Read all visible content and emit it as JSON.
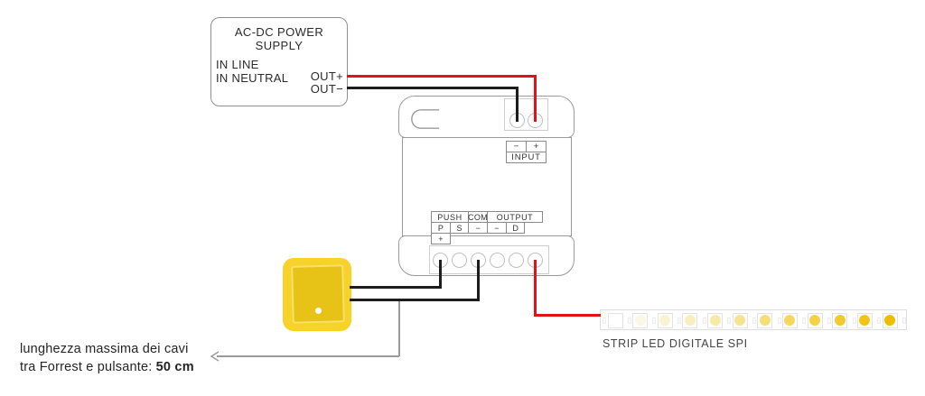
{
  "power_supply": {
    "title_line1": "AC-DC POWER",
    "title_line2": "SUPPLY",
    "in_line": "IN LINE",
    "in_neutral": "IN NEUTRAL",
    "out_plus": "OUT+",
    "out_minus": "OUT−"
  },
  "controller": {
    "input_block": {
      "minus": "−",
      "plus": "+",
      "label": "INPUT"
    },
    "output_block": {
      "groups": [
        "PUSH",
        "COM",
        "OUTPUT"
      ],
      "pins": [
        "P",
        "S",
        "−",
        "−",
        "D",
        "+"
      ]
    }
  },
  "strip": {
    "label": "STRIP LED DIGITALE SPI",
    "led_colors": [
      "#FFFFFF",
      "#FBF7E4",
      "#FAF3D2",
      "#F9EFBE",
      "#F8EAA6",
      "#F7E38E",
      "#F6DD76",
      "#F5D75E",
      "#F4D146",
      "#F3CA2E",
      "#F2C416",
      "#F0BC00"
    ]
  },
  "note": {
    "line1": "lunghezza massima dei cavi",
    "line2_prefix": "tra Forrest e pulsante: ",
    "line2_bold": "50 cm"
  },
  "colors": {
    "wire_red": "#E11218",
    "wire_black": "#1C1C1C",
    "button_outer": "#F6D22B",
    "button_inner": "#E6C316"
  }
}
